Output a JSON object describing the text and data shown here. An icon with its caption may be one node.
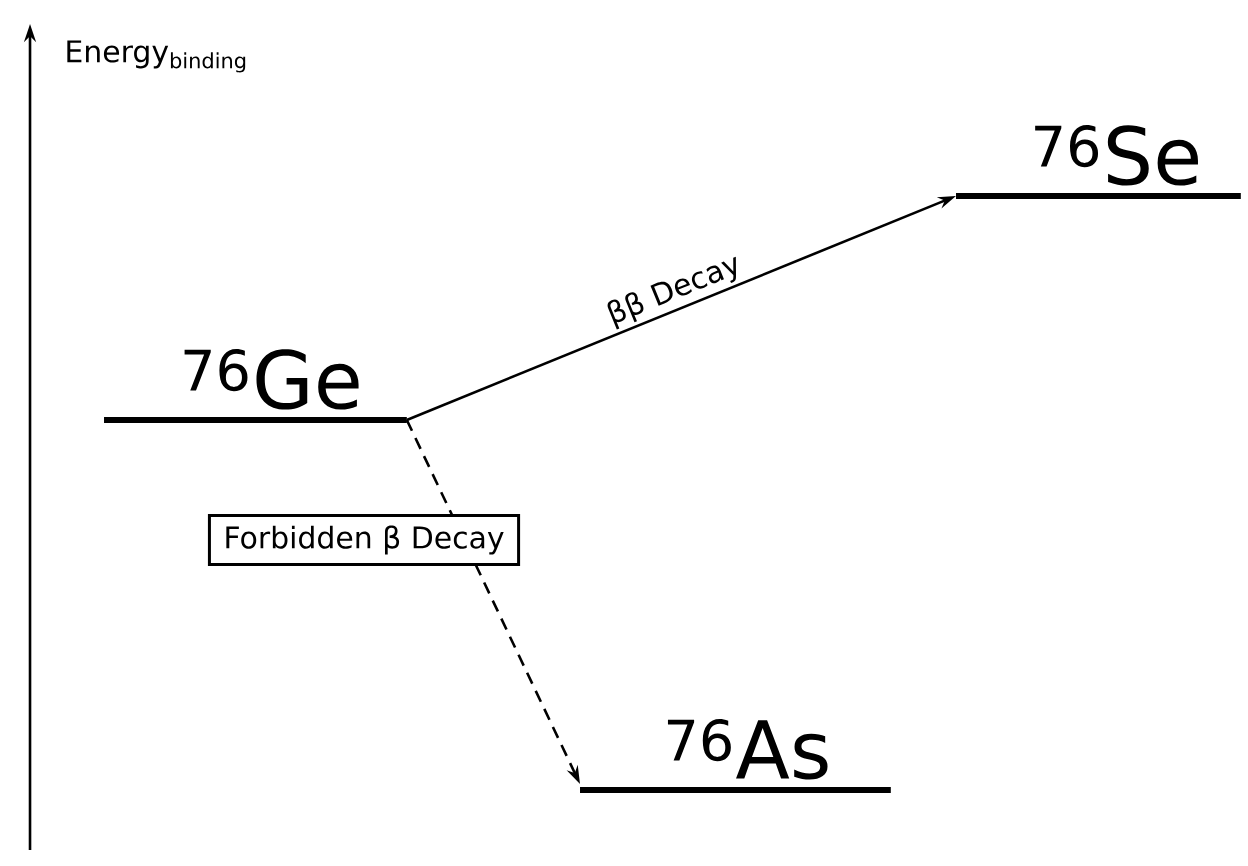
{
  "diagram": {
    "nodes": [
      {
        "text": [
          "$^{76}$Ge"
        ]
      },
      {
        "text": [
          "$^{76}$Se"
        ]
      },
      {
        "text": [
          "$^{76}$As"
        ]
      }
    ],
    "edges": [
      {
        "from": 0,
        "to": 1,
        "arrow": "to",
        "label": "ββ Decay"
      },
      {
        "from": 0,
        "to": 2,
        "arrow": "to",
        "label": "Forbidden β Decay",
        "style": "dashed"
      }
    ],
    "labels": [
      "Energy$_{binding}$"
    ]
  }
}
